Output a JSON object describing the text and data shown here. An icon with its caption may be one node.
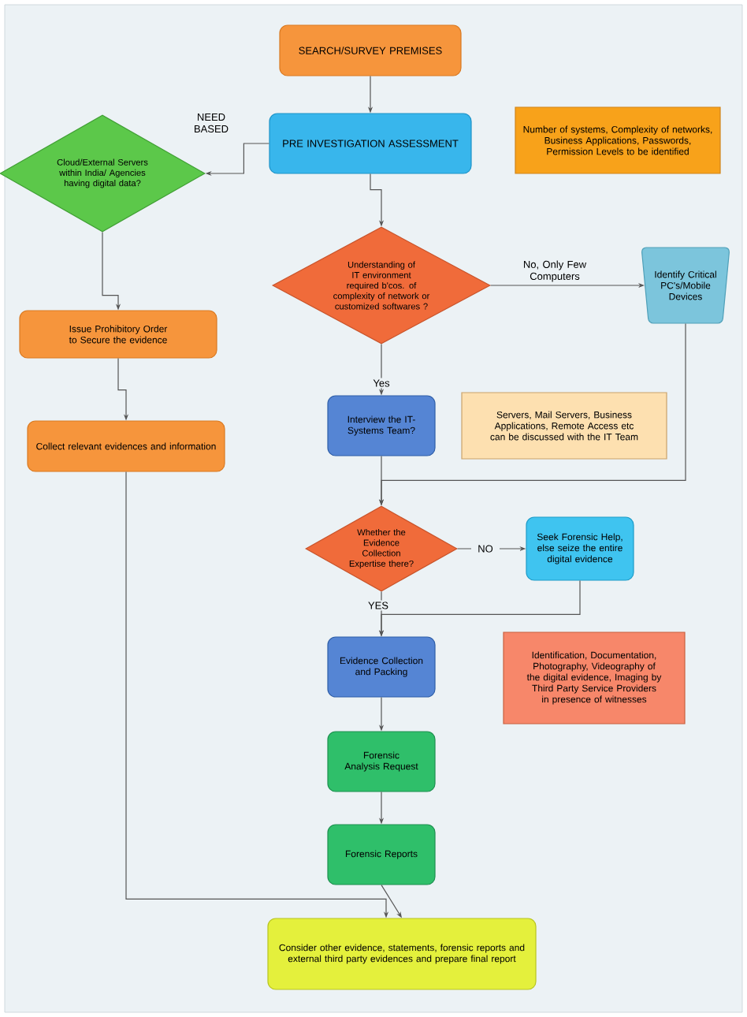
{
  "diagram": {
    "nodes": [
      {
        "text": [
          "SEARCH/SURVEY PREMISES"
        ]
      },
      {
        "text": [
          "PRE INVESTIGATION ASSESSMENT"
        ]
      },
      {
        "text": [
          "Cloud/External Servers within India/ Agencies having digital data?"
        ]
      },
      {
        "text": [
          "Number of systems, Complexity of networks, Business Applications, Passwords, Permission Levels to be identified"
        ]
      },
      {
        "text": [
          "Understanding of IT environment required b'cos. of complexity of network or customized softwares ?"
        ]
      },
      {
        "text": [
          "Identify Critical PC's/Mobile Devices"
        ]
      },
      {
        "text": [
          "Issue Prohibitory Order to Secure the evidence"
        ]
      },
      {
        "text": [
          "Collect relevant evidences and information"
        ]
      },
      {
        "text": [
          "Interview the IT-Systems Team?"
        ]
      },
      {
        "text": [
          "Servers, Mail Servers, Business Applications, Remote Access etc can be discussed with the IT Team"
        ]
      },
      {
        "text": [
          "Whether the Evidence Collection Expertise there?"
        ]
      },
      {
        "text": [
          "Seek Forensic Help, else seize the entire digital evidence"
        ]
      },
      {
        "text": [
          "Evidence Collection and Packing"
        ]
      },
      {
        "text": [
          "Identification, Documentation, Photography, Videography of the digital evidence, Imaging by Third Party Service Providers in presence of witnesses"
        ]
      },
      {
        "text": [
          "Forensic Analysis Request"
        ]
      },
      {
        "text": [
          "Forensic Reports"
        ]
      },
      {
        "text": [
          "Consider other evidence, statements, forensic reports and external third party evidences and prepare final report"
        ]
      }
    ],
    "edges": [
      {
        "from": 0,
        "to": 1,
        "arrow": "to"
      },
      {
        "from": 1,
        "to": 2,
        "arrow": "to",
        "label": "NEED BASED"
      },
      {
        "from": 1,
        "to": 4,
        "arrow": "to"
      },
      {
        "from": 4,
        "to": 5,
        "arrow": "to",
        "label": "No, Only Few Computers"
      },
      {
        "from": 4,
        "to": 8,
        "arrow": "to",
        "label": "Yes"
      },
      {
        "from": 2,
        "to": 6,
        "arrow": "to"
      },
      {
        "from": 6,
        "to": 7,
        "arrow": "to"
      },
      {
        "from": 5,
        "to": 10,
        "arrow": "to"
      },
      {
        "from": 8,
        "to": 10,
        "arrow": "to"
      },
      {
        "from": 10,
        "to": 11,
        "arrow": "to",
        "label": "NO"
      },
      {
        "from": 11,
        "to": 12,
        "arrow": "to"
      },
      {
        "from": 10,
        "to": 12,
        "arrow": "to",
        "label": "YES"
      },
      {
        "from": 12,
        "to": 14,
        "arrow": "to"
      },
      {
        "from": 14,
        "to": 15,
        "arrow": "to"
      },
      {
        "from": 15,
        "to": 16,
        "arrow": "to"
      },
      {
        "from": 7,
        "to": 16,
        "arrow": "to"
      }
    ]
  }
}
